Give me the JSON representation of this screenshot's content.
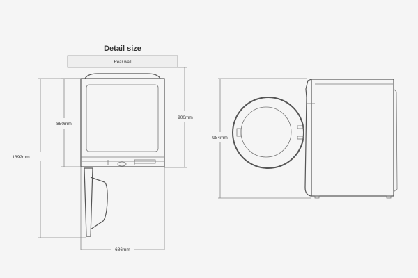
{
  "title": "Detail size",
  "rear_wall_label": "Rear wall",
  "dimensions": {
    "depth_body": "850mm",
    "depth_total_door_open": "1392mm",
    "depth_with_top": "900mm",
    "width": "686mm",
    "height": "984mm"
  }
}
